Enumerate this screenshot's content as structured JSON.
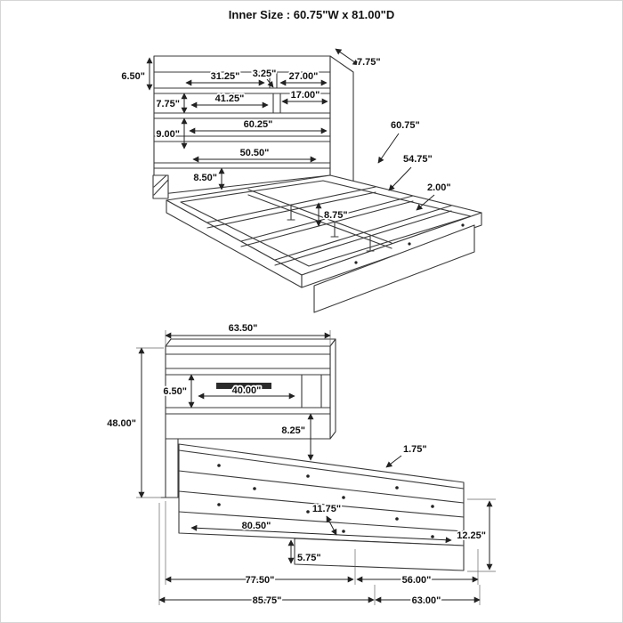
{
  "title": "Inner Size : 60.75\"W x 81.00\"D",
  "top_view": {
    "dims": {
      "shelf_side_height": "6.50\"",
      "top_shelf_left": "31.25\"",
      "divider_width": "3.25\"",
      "top_shelf_right": "27.00\"",
      "headboard_depth": "7.75\"",
      "mid_shelf_left": "41.25\"",
      "mid_shelf_right": "17.00\"",
      "mid_shelf_height": "7.75\"",
      "lower_panel_height": "9.00\"",
      "inner_width_top": "60.25\"",
      "slat_width": "50.50\"",
      "side_rail_height": "8.50\"",
      "inner_width": "60.75\"",
      "inner_length_partial": "54.75\"",
      "rail_thickness": "2.00\"",
      "center_rail_height": "8.75\""
    }
  },
  "side_view": {
    "dims": {
      "headboard_width": "63.50\"",
      "headboard_height": "48.00\"",
      "shelf_opening_height": "6.50\"",
      "shelf_opening_width": "40.00\"",
      "headboard_to_deck": "8.25\"",
      "rail_lip": "1.75\"",
      "deck_length": "80.50\"",
      "plank_width": "11.75\"",
      "foot_height": "12.25\"",
      "base_height": "5.75\"",
      "deck_span": "77.50\"",
      "foot_span": "56.00\"",
      "overall_length": "85.75\"",
      "platform_span": "63.00\""
    }
  }
}
